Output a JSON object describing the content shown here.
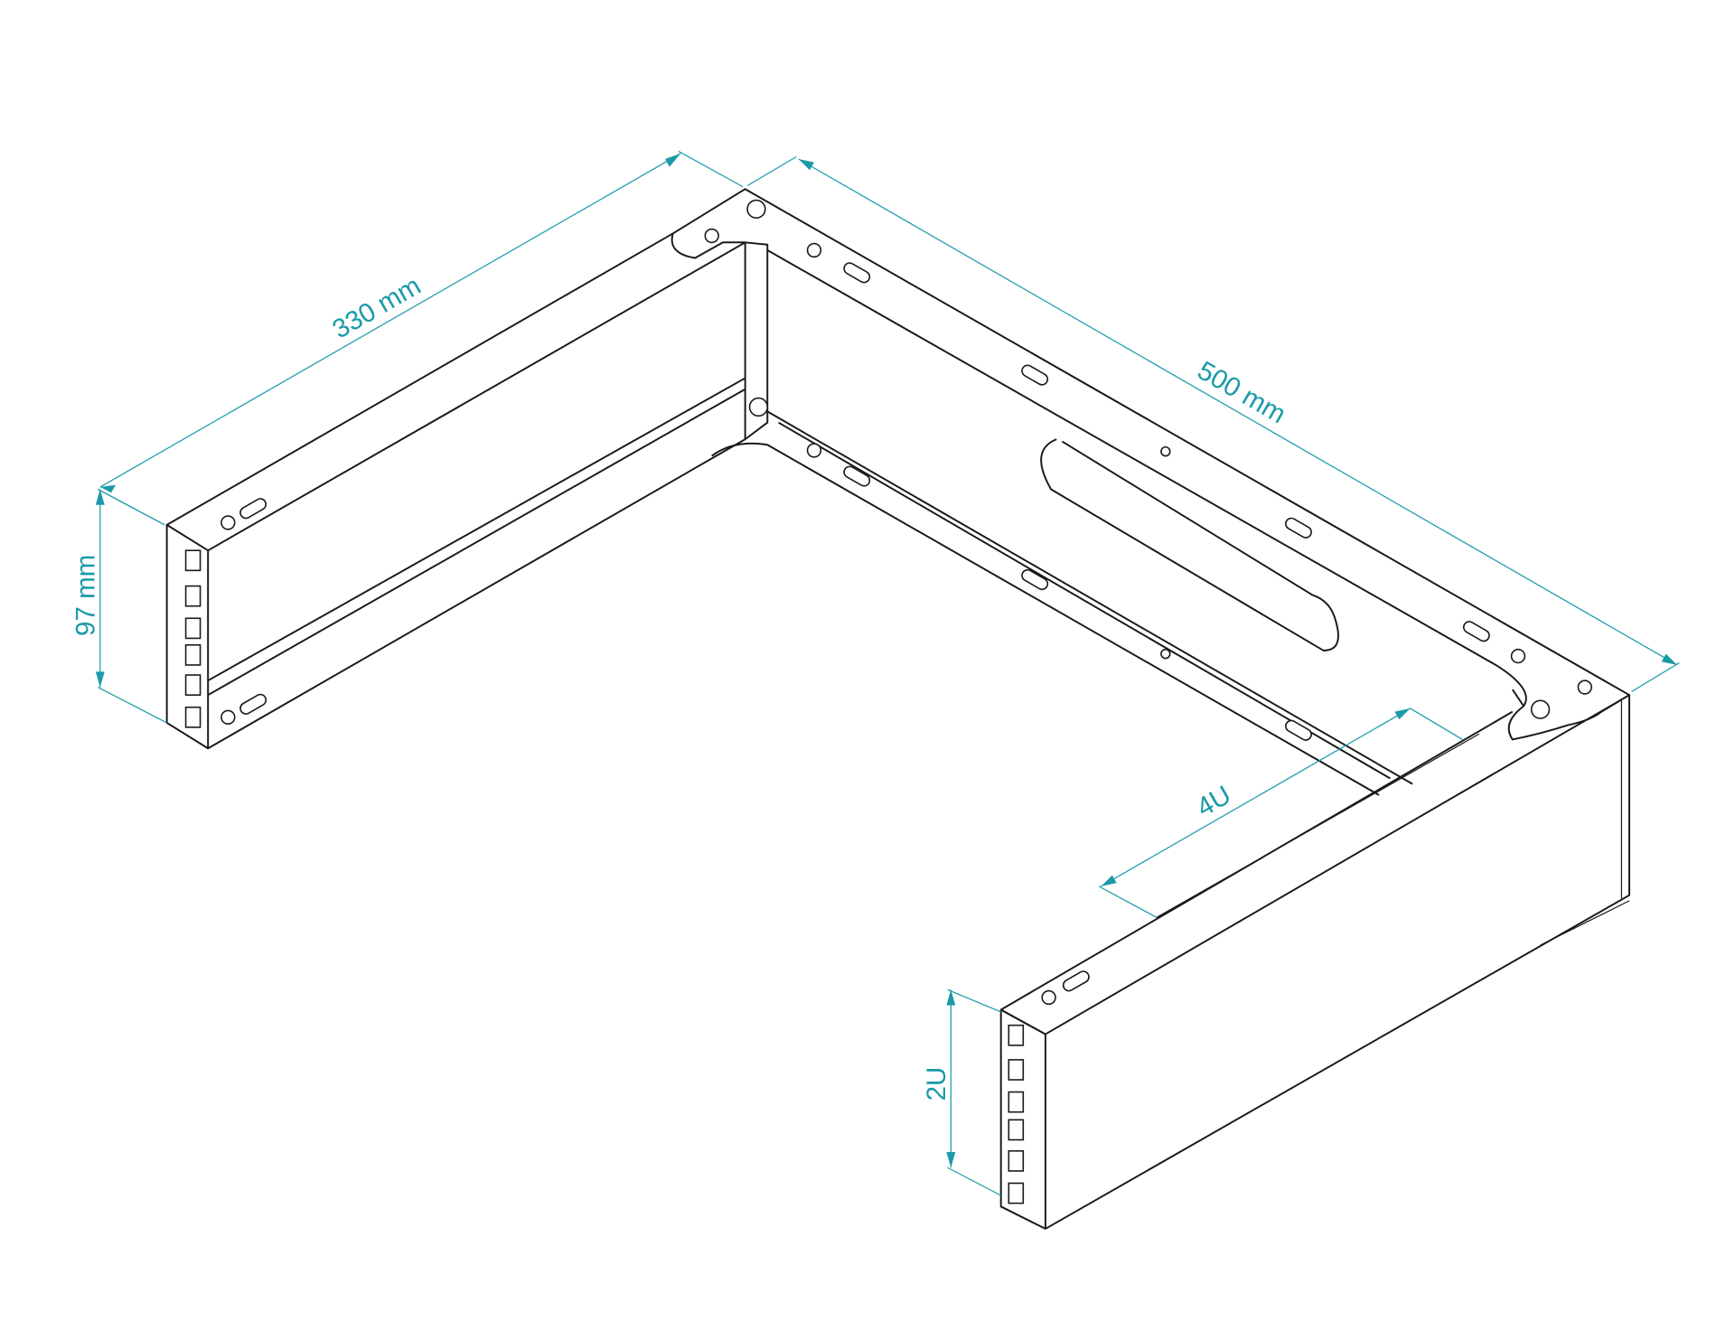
{
  "title": "Wall-mount rack frame dimensions",
  "dimensions": {
    "depth_330": "330 mm",
    "width_500": "500 mm",
    "height_97": "97 mm",
    "units_4u": "4U",
    "units_2u": "2U"
  },
  "colors": {
    "dimension": "#1a9aa8",
    "line": "#1a1a1a"
  }
}
